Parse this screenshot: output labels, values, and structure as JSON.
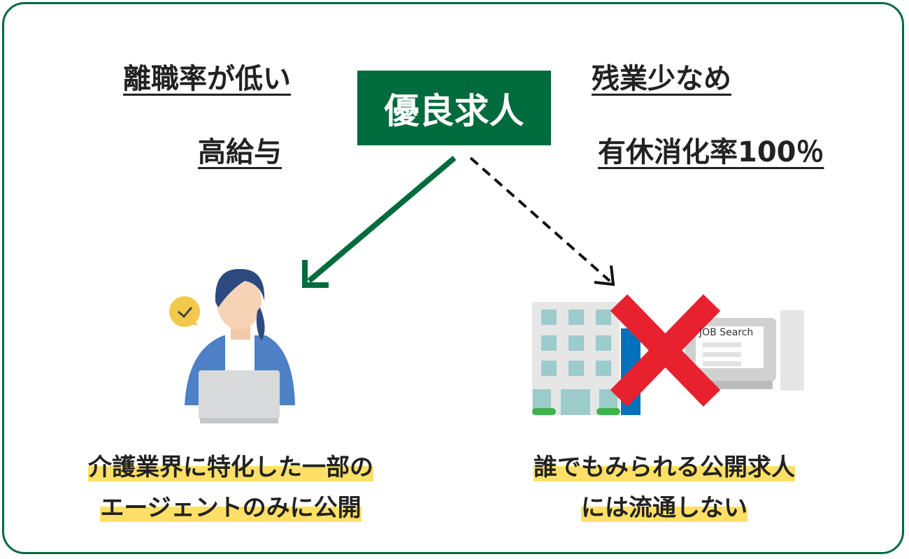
{
  "title": "優良求人",
  "features": [
    "離職率が低い",
    "高給与",
    "残業少なめ",
    "有休消化率100％"
  ],
  "left_caption": [
    "介護業界に特化した一部の",
    "エージェントのみに公開"
  ],
  "right_caption": [
    "誰でもみられる公開求人",
    "には流通しない"
  ],
  "screen_text": "JOB Search",
  "colors": {
    "green": "#006b3c",
    "red": "#e8212f",
    "highlight": "#ffe066"
  }
}
